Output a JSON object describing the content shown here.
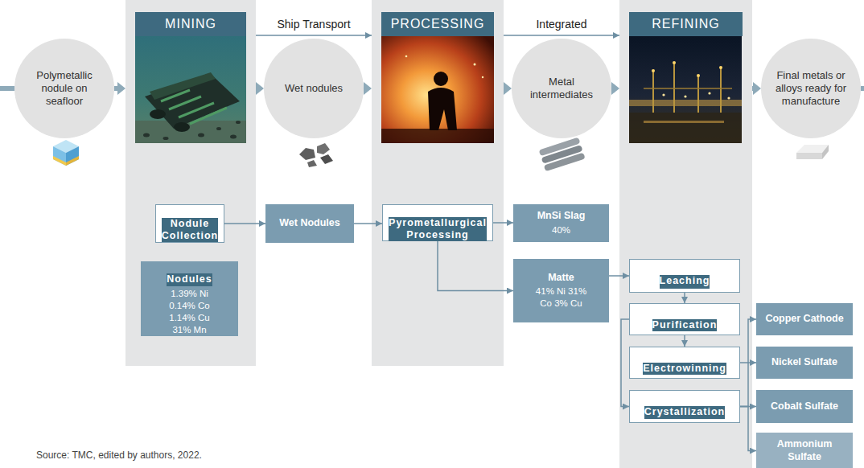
{
  "diagram": {
    "nodes": [
      {
        "text": [
          "Polymetallic nodule on seafloor"
        ]
      },
      {
        "text": [
          "MINING"
        ]
      },
      {
        "text": [
          "Nodule Collection"
        ],
        "in": 1
      },
      {
        "text": [
          "Nodules",
          "1.39% Ni 0.14% Co 1.14% Cu 31% Mn"
        ],
        "in": 1
      },
      {
        "text": [
          "Wet nodules"
        ]
      },
      {
        "text": [
          "Wet Nodules"
        ]
      },
      {
        "text": [
          "PROCESSING"
        ]
      },
      {
        "text": [
          "Pyrometallurgical Processing"
        ],
        "in": 6
      },
      {
        "text": [
          "MnSi Slag",
          "40%"
        ]
      },
      {
        "text": [
          "Matte",
          "41% Ni 31% Co 3% Cu"
        ]
      },
      {
        "text": [
          "Metal intermediates"
        ]
      },
      {
        "text": [
          "REFINING"
        ]
      },
      {
        "text": [
          "Leaching"
        ],
        "in": 11
      },
      {
        "text": [
          "Purification"
        ],
        "in": 11
      },
      {
        "text": [
          "Electrowinning"
        ],
        "in": 11
      },
      {
        "text": [
          "Crystallization"
        ],
        "in": 11
      },
      {
        "text": [
          "Copper Cathode"
        ]
      },
      {
        "text": [
          "Nickel Sulfate"
        ]
      },
      {
        "text": [
          "Cobalt Sulfate"
        ]
      },
      {
        "text": [
          "Ammonium Sulfate"
        ]
      },
      {
        "text": [
          "Final metals or alloys ready for manufacture"
        ]
      }
    ],
    "edges": [
      {
        "from": 0,
        "to": 1,
        "arrow": "to"
      },
      {
        "from": 1,
        "to": 4,
        "arrow": "to"
      },
      {
        "from": 4,
        "to": 6,
        "arrow": "to"
      },
      {
        "from": 6,
        "to": 10,
        "arrow": "to"
      },
      {
        "from": 10,
        "to": 11,
        "arrow": "to"
      },
      {
        "from": 11,
        "to": 20,
        "arrow": "to"
      },
      {
        "from": 1,
        "to": 6,
        "label": "Ship Transport",
        "arrow": "to"
      },
      {
        "from": 6,
        "to": 11,
        "label": "Integrated",
        "arrow": "to"
      },
      {
        "from": 2,
        "to": 5,
        "arrow": "to"
      },
      {
        "from": 5,
        "to": 7,
        "arrow": "to"
      },
      {
        "from": 7,
        "to": 8,
        "arrow": "to"
      },
      {
        "from": 7,
        "to": 9,
        "arrow": "to"
      },
      {
        "from": 9,
        "to": 12,
        "arrow": "to"
      },
      {
        "from": 12,
        "to": 13,
        "arrow": "to"
      },
      {
        "from": 13,
        "to": 14,
        "arrow": "to"
      },
      {
        "from": 13,
        "to": 15,
        "arrow": "to"
      },
      {
        "from": 14,
        "to": 16,
        "arrow": "to"
      },
      {
        "from": 15,
        "to": 17,
        "arrow": "to"
      },
      {
        "from": 15,
        "to": 18,
        "arrow": "to"
      },
      {
        "from": 15,
        "to": 19,
        "arrow": "to"
      }
    ],
    "labels": [
      "Source: TMC, edited by authors, 2022."
    ]
  }
}
